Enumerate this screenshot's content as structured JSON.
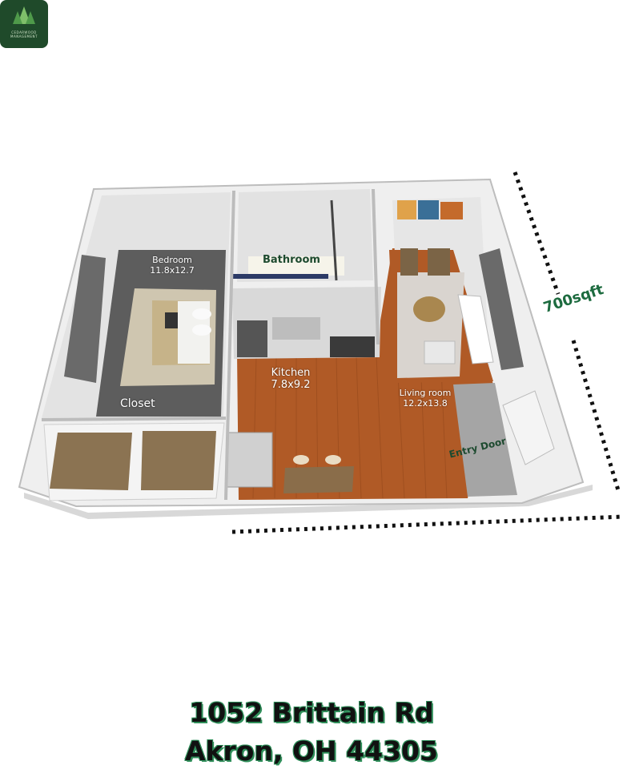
{
  "logo": {
    "line1": "CEDARWOOD",
    "line2": "MANAGEMENT",
    "accent": "#1f4a2a"
  },
  "rooms": {
    "bedroom": {
      "name": "Bedroom",
      "size": "11.8x12.7"
    },
    "bathroom": {
      "name": "Bathroom"
    },
    "kitchen": {
      "name": "Kitchen",
      "size": "7.8x9.2"
    },
    "living": {
      "name": "Living room",
      "size": "12.2x13.8"
    },
    "closet": {
      "name": "Closet"
    },
    "entry": {
      "name": "Entry Door"
    }
  },
  "area": "700sqft",
  "address": {
    "line1": "1052 Brittain Rd",
    "line2": "Akron, OH 44305"
  },
  "colors": {
    "floor_wood": "#b05a26",
    "carpet": "#5c5c5c",
    "wall": "#e7e7e7",
    "accent_green": "#2f8f5a"
  }
}
